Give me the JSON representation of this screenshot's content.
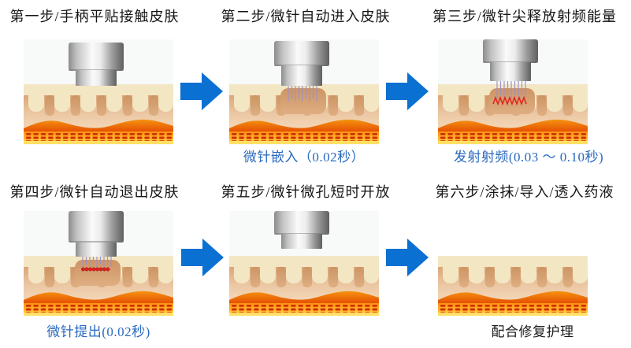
{
  "diagram": {
    "type": "process-steps",
    "subject": "microneedle-rf-treatment-sequence",
    "colors": {
      "arrow_blue": "#0a70d2",
      "caption_blue": "#2a6abf",
      "title_black": "#161616",
      "skin_cream": "#f3e6c3",
      "skin_tan": "#d8a274",
      "heat_orange": "#e03c00",
      "fat_yellow": "#ffd24a",
      "needle_purple": "#9e92c8",
      "rf_red": "#e3231d"
    },
    "icons": {
      "arrow": "arrow-right-icon"
    },
    "steps": [
      {
        "title": "第一步/手柄平贴接触皮肤",
        "caption": "",
        "illustration": "handpiece-touching-skin"
      },
      {
        "title": "第二步/微针自动进入皮肤",
        "caption": "微针嵌入（0.02秒）",
        "illustration": "microneedles-inserted"
      },
      {
        "title": "第三步/微针尖释放射频能量",
        "caption": "发射射频(0.03 ～ 0.10秒)",
        "illustration": "rf-energy-release"
      },
      {
        "title": "第四步/微针自动退出皮肤",
        "caption": "微针提出(0.02秒)",
        "illustration": "microneedles-retracting"
      },
      {
        "title": "第五步/微针微孔短时开放",
        "caption": "",
        "illustration": "handpiece-lifted"
      },
      {
        "title": "第六步/涂抹/导入/透入药液",
        "caption": "配合修复护理",
        "illustration": "skin-only"
      }
    ]
  }
}
